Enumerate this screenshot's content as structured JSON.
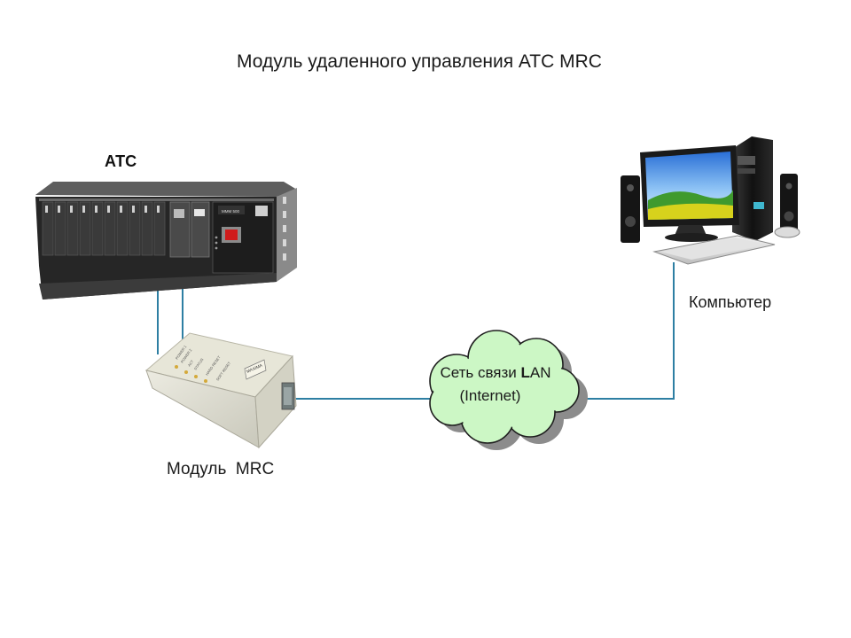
{
  "diagram": {
    "title": "Модуль удаленного управления АТС MRC",
    "atc_label": "АТС",
    "computer_label": "Компьютер",
    "module_label": "Модуль  MRC",
    "cloud": {
      "line1_prefix": "Сеть связи ",
      "line1_bold": "L",
      "line1_suffix": "AN",
      "line2": "(Internet)"
    },
    "device_text": {
      "atc_badge": "MMM 500",
      "module_leds": [
        "POWER 1",
        "POWER 2",
        "ACT",
        "STATUS",
        "HARD RESET",
        "SOFT RESET"
      ],
      "module_plate": "MAXIMA"
    },
    "colors": {
      "line": "#2e7fa3",
      "cloud_fill": "#ccf7c5",
      "cloud_shadow": "#8c8c8c"
    }
  }
}
